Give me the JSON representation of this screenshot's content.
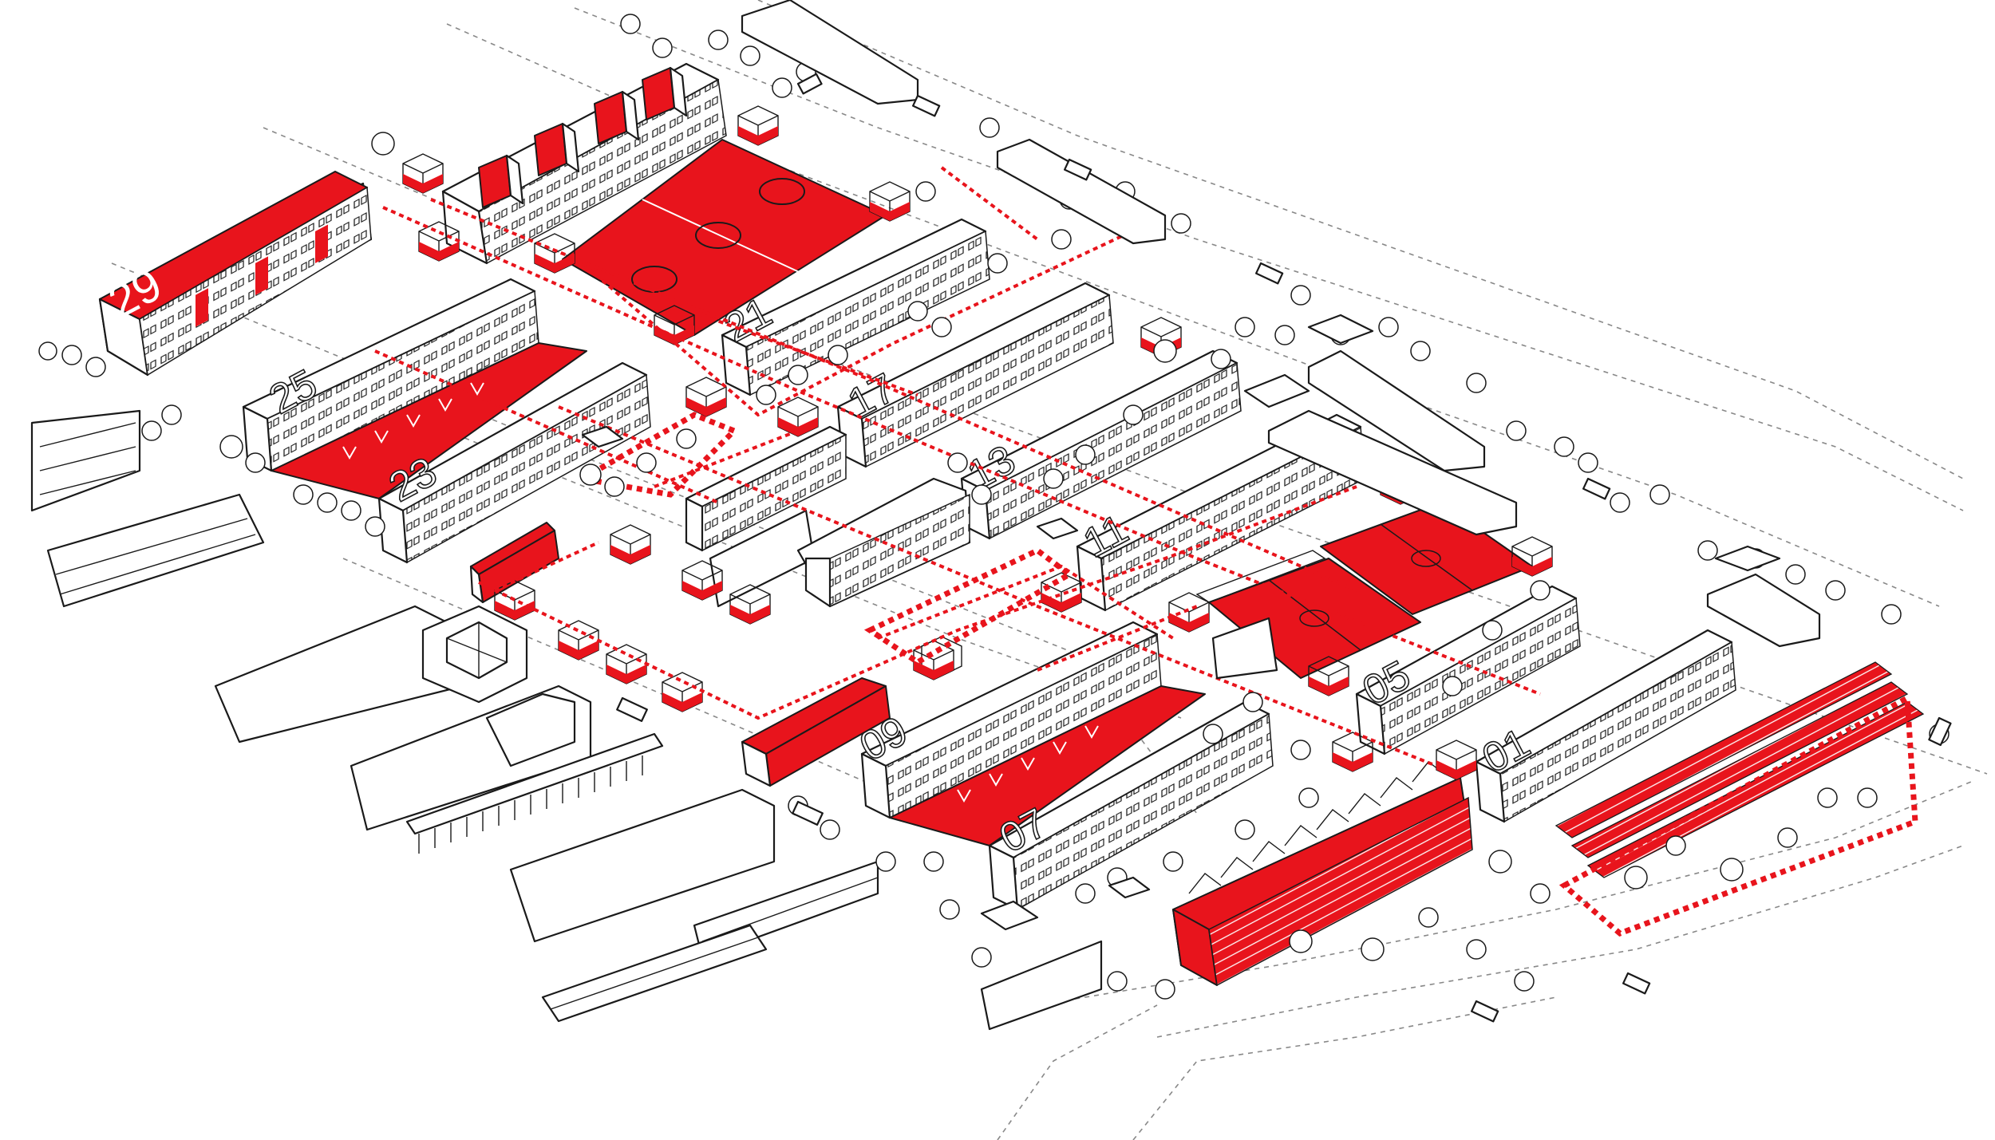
{
  "colors": {
    "accent": "#e8141c",
    "ink": "#1a1a1a",
    "background": "#ffffff",
    "road": "#888888"
  },
  "building_numbers": {
    "b29": "29",
    "b25": "25",
    "b23": "23",
    "b21": "21",
    "b17": "17",
    "b13": "13",
    "b11": "11",
    "b09": "09",
    "b07": "07",
    "b05": "05",
    "b01": "01"
  }
}
